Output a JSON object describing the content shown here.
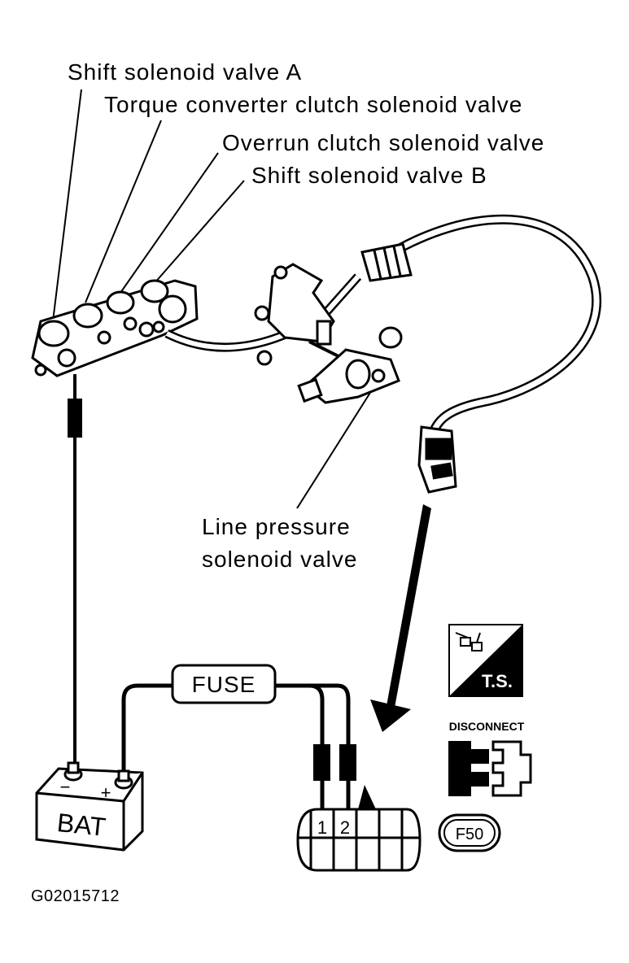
{
  "labels": {
    "shift_a": "Shift solenoid valve A",
    "tcc": "Torque converter clutch solenoid valve",
    "overrun": "Overrun clutch solenoid valve",
    "shift_b": "Shift solenoid valve B",
    "line_pressure_1": "Line pressure",
    "line_pressure_2": "solenoid valve"
  },
  "fuse": "FUSE",
  "battery": "BAT",
  "battery_minus": "−",
  "battery_plus": "+",
  "connector_pins": [
    "1",
    "2"
  ],
  "ts_badge": "T.S.",
  "disconnect": "DISCONNECT",
  "connector_id": "F50",
  "figure_code": "G02015712"
}
